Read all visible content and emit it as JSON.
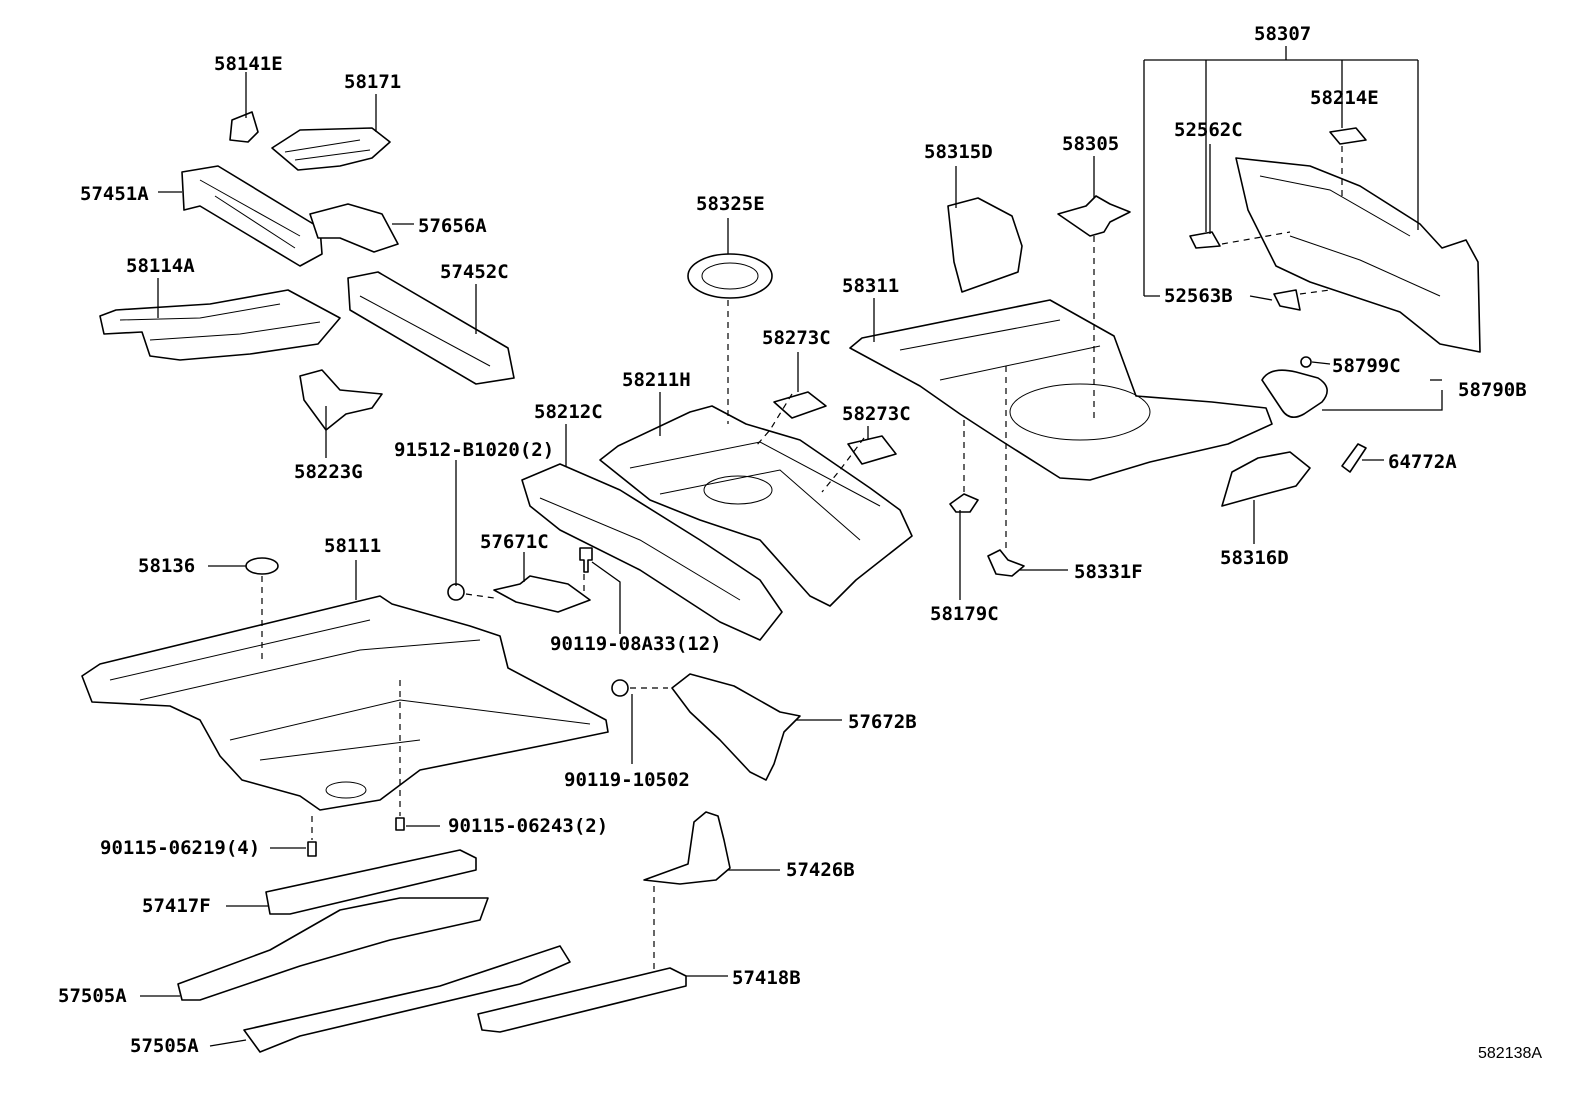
{
  "diagram": {
    "drawing_code": "582138A",
    "labels": {
      "p58141E": "58141E",
      "p58171": "58171",
      "p57451A": "57451A",
      "p57656A": "57656A",
      "p58114A": "58114A",
      "p57452C": "57452C",
      "p58223G": "58223G",
      "p58325E": "58325E",
      "p58315D": "58315D",
      "p58305": "58305",
      "p58307": "58307",
      "p58214E": "58214E",
      "p52562C": "52562C",
      "p52563B": "52563B",
      "p58311": "58311",
      "p58273C_a": "58273C",
      "p58273C_b": "58273C",
      "p58211H": "58211H",
      "p58212C": "58212C",
      "p91512": "91512-B1020(2)",
      "p57671C": "57671C",
      "p90119_08A33": "90119-08A33(12)",
      "p58136": "58136",
      "p58111": "58111",
      "p58799C": "58799C",
      "p58790B": "58790B",
      "p64772A": "64772A",
      "p58316D": "58316D",
      "p58331F": "58331F",
      "p58179C": "58179C",
      "p57672B": "57672B",
      "p90119_10502": "90119-10502",
      "p90115_06243": "90115-06243(2)",
      "p90115_06219": "90115-06219(4)",
      "p57426B": "57426B",
      "p57417F": "57417F",
      "p57505A_a": "57505A",
      "p57505A_b": "57505A",
      "p57418B": "57418B"
    }
  }
}
